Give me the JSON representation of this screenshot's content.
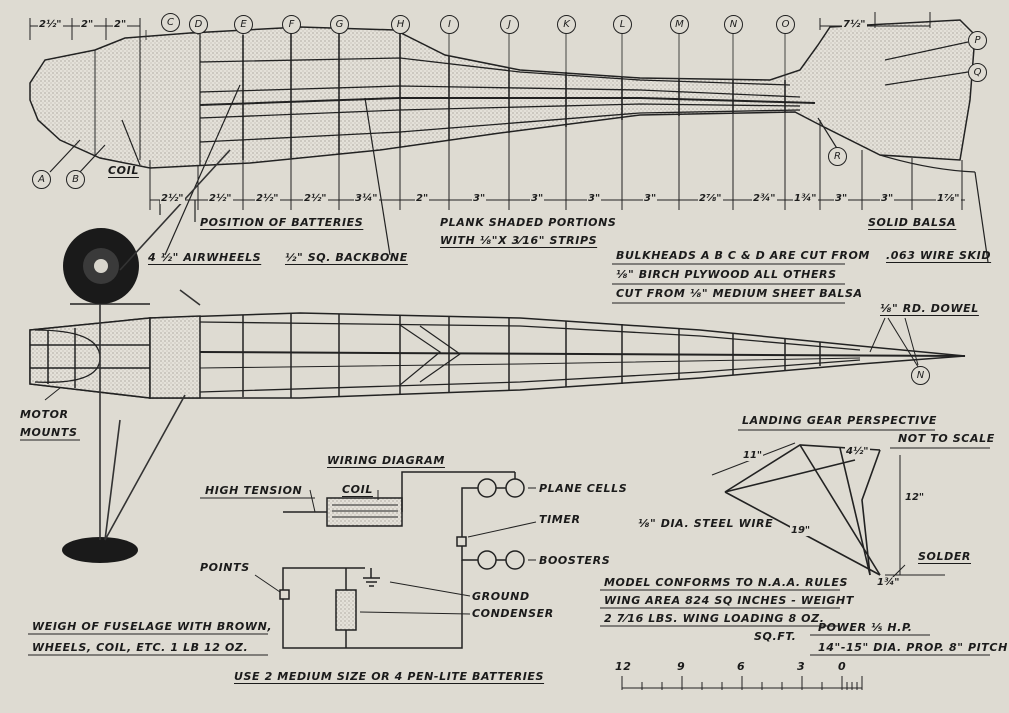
{
  "stations": [
    "C",
    "D",
    "E",
    "F",
    "G",
    "H",
    "I",
    "J",
    "K",
    "L",
    "M",
    "N",
    "O",
    "P",
    "Q",
    "R",
    "A",
    "B"
  ],
  "top_dims": [
    "2½\"",
    "2\"",
    "2\"",
    "7½\""
  ],
  "bottom_dims": [
    "2½\"",
    "2½\"",
    "2½\"",
    "2½\"",
    "3¼\"",
    "2\"",
    "3\"",
    "3\"",
    "3\"",
    "3\"",
    "2⅞\"",
    "2¾\"",
    "1¾\"",
    "3\"",
    "3\"",
    "1⅞\""
  ],
  "labels": {
    "coil": "COIL",
    "position_batteries": "POSITION OF BATTERIES",
    "plank_line1": "PLANK SHADED PORTIONS",
    "plank_line2": "WITH ⅛\"X 3⁄16\" STRIPS",
    "solid_balsa": "SOLID BALSA",
    "wire_skid": ".063 WIRE SKID",
    "airwheels": "4 ½\" AIRWHEELS",
    "backbone": "½\" SQ. BACKBONE",
    "bulkheads_1": "BULKHEADS A B C & D ARE CUT FROM",
    "bulkheads_2": "⅛\" BIRCH PLYWOOD ALL OTHERS",
    "bulkheads_3": "CUT FROM ⅛\" MEDIUM SHEET BALSA",
    "dowel": "⅛\" RD. DOWEL",
    "motor_1": "MOTOR",
    "motor_2": "MOUNTS",
    "landing_gear": "LANDING GEAR PERSPECTIVE",
    "not_to_scale": "NOT TO SCALE",
    "wiring_diagram": "WIRING DIAGRAM",
    "high_tension": "HIGH TENSION",
    "wiring_coil": "COIL",
    "plane_cells": "PLANE CELLS",
    "timer": "TIMER",
    "boosters": "BOOSTERS",
    "points": "POINTS",
    "ground": "GROUND",
    "condenser": "CONDENSER",
    "steel_wire": "⅛\" DIA. STEEL WIRE",
    "solder": "SOLDER",
    "lg_11": "11\"",
    "lg_4": "4½\"",
    "lg_12": "12\"",
    "lg_19": "19\"",
    "lg_1234": "1¾\"",
    "rules_1": "MODEL CONFORMS TO N.A.A. RULES",
    "rules_2": "WING AREA 824 SQ INCHES - WEIGHT",
    "rules_3": "2 7⁄16 LBS. WING LOADING 8 OZ.",
    "rules_4": "SQ.FT.",
    "power_1": "POWER ⅕ H.P.",
    "power_2": "14\"-15\" DIA. PROP. 8\" PITCH",
    "weight_1": "WEIGH OF FUSELAGE WITH BROWN,",
    "weight_2": "WHEELS, COIL, ETC.   1 LB 12 OZ.",
    "batteries": "USE 2 MEDIUM SIZE OR 4 PEN-LITE BATTERIES"
  },
  "scale_ticks": [
    "12",
    "9",
    "6",
    "3",
    "0"
  ]
}
